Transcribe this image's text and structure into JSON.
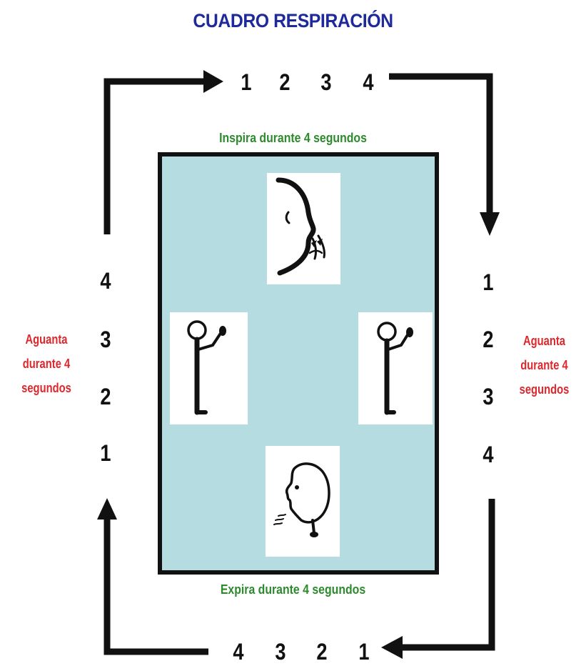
{
  "title": "CUADRO RESPIRACIÓN",
  "captions": {
    "top": "Inspira durante 4 segundos",
    "bottom": "Expira durante 4 segundos"
  },
  "side_labels": {
    "left": "Aguanta\ndurante 4\nsegundos",
    "right": "Aguanta\ndurante 4\nsegundos"
  },
  "counts": {
    "top": [
      "1",
      "2",
      "3",
      "4"
    ],
    "right": [
      "1",
      "2",
      "3",
      "4"
    ],
    "bottom": [
      "4",
      "3",
      "2",
      "1"
    ],
    "left": [
      "4",
      "3",
      "2",
      "1"
    ]
  },
  "pictograms": {
    "top": "inhale-face-icon",
    "left": "standing-person-icon",
    "right": "standing-person-icon",
    "bottom": "exhale-face-icon"
  },
  "colors": {
    "title": "#1f2a9a",
    "captions": "#2d8a2d",
    "side_labels": "#e0262d",
    "panel": "#b5dce1",
    "lines": "#111111"
  }
}
